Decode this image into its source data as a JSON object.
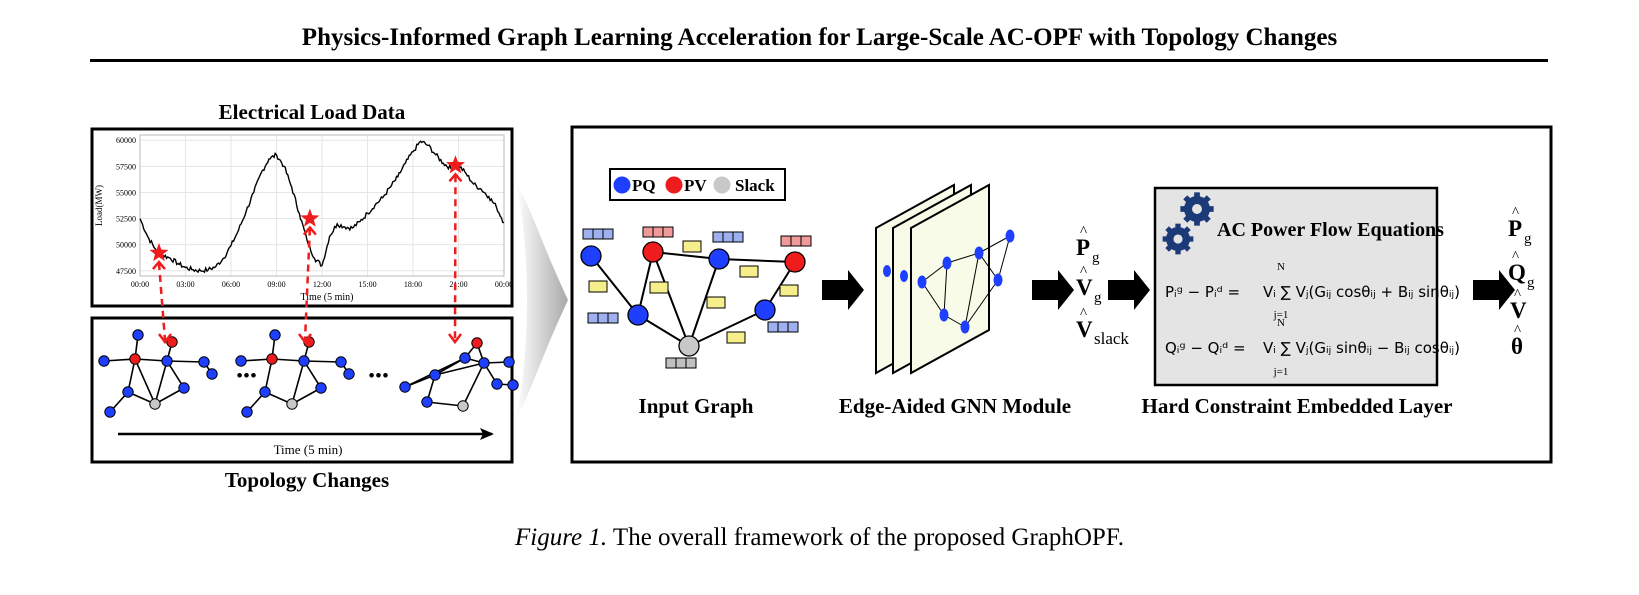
{
  "header": {
    "title": "Physics-Informed Graph Learning Acceleration for Large-Scale AC-OPF with Topology Changes"
  },
  "left_panel": {
    "load_title": "Electrical Load Data",
    "topology_title": "Topology Changes",
    "time_axis_label": "Time (5 min)",
    "ellipsis": "•••"
  },
  "chart_data": {
    "type": "line",
    "title": "",
    "xlabel": "Time (5 min)",
    "ylabel": "Load(MW)",
    "x_ticks": [
      "00:00",
      "03:00",
      "06:00",
      "09:00",
      "12:00",
      "15:00",
      "18:00",
      "21:00",
      "00:00"
    ],
    "y_ticks": [
      47500,
      50000,
      52500,
      55000,
      57500,
      60000
    ],
    "ylim": [
      47000,
      60500
    ],
    "grid": true,
    "series": [
      {
        "hours": [
          0,
          0.5,
          1,
          1.5,
          2,
          2.5,
          3,
          3.5,
          4,
          4.5,
          5,
          5.5,
          6,
          6.5,
          7,
          7.5,
          8,
          8.5,
          9,
          9.5,
          10,
          10.5,
          11,
          11.5,
          12,
          12.5,
          13,
          13.5,
          14,
          14.5,
          15,
          15.5,
          16,
          16.5,
          17,
          17.5,
          18,
          18.5,
          19,
          19.5,
          20,
          20.5,
          21,
          21.5,
          22,
          22.5,
          23,
          23.5,
          24
        ],
        "values": [
          52500,
          50800,
          49600,
          49000,
          48700,
          48200,
          47800,
          47600,
          47500,
          47600,
          47900,
          48700,
          49900,
          51400,
          53200,
          55000,
          56900,
          58200,
          58600,
          57500,
          55500,
          53000,
          50500,
          48700,
          48000,
          50800,
          52000,
          51700,
          51600,
          52200,
          53000,
          53800,
          54500,
          55500,
          56500,
          57800,
          58900,
          59900,
          59500,
          58600,
          57800,
          57300,
          57600,
          56800,
          55800,
          55300,
          54600,
          53600,
          52100
        ]
      }
    ],
    "highlight_points": [
      {
        "hour": 1.25,
        "value": 49200
      },
      {
        "hour": 11.2,
        "value": 52500
      },
      {
        "hour": 20.8,
        "value": 57600
      }
    ]
  },
  "legend": {
    "pq": "PQ",
    "pv": "PV",
    "slack": "Slack"
  },
  "colors": {
    "pq": "#1f3fff",
    "pv": "#ee1c1c",
    "slack": "#c8c8c8",
    "star": "#ee1c1c",
    "gnn_layer": "#f8fbe8",
    "constraint_bg": "#e4e4e4",
    "gear": "#1c3a78"
  },
  "stages": {
    "input_graph": "Input Graph",
    "gnn_module": "Edge-Aided GNN Module",
    "constraint_layer": "Hard Constraint Embedded Layer"
  },
  "gnn_outputs": {
    "p": "P",
    "p_sub": "g",
    "v": "V",
    "v_sub": "g",
    "vs": "V",
    "vs_sub": "slack"
  },
  "constraint": {
    "title": "AC Power Flow Equations",
    "eq1_lhs": "Pᵢᵍ − Pᵢᵈ = ",
    "eq1_rhs": "Vᵢ ∑ Vⱼ(Gᵢⱼ cosθᵢⱼ + Bᵢⱼ sinθᵢⱼ)",
    "eq2_lhs": "Qᵢᵍ − Qᵢᵈ = ",
    "eq2_rhs": "Vᵢ ∑ Vⱼ(Gᵢⱼ sinθᵢⱼ − Bᵢⱼ cosθᵢⱼ)",
    "sum_top": "N",
    "sum_bottom": "j=1"
  },
  "final_outputs": {
    "p": "P",
    "p_sub": "g",
    "q": "Q",
    "q_sub": "g",
    "v": "V",
    "theta": "θ"
  },
  "caption": {
    "label": "Figure 1.",
    "text": " The overall framework of the proposed GraphOPF."
  }
}
